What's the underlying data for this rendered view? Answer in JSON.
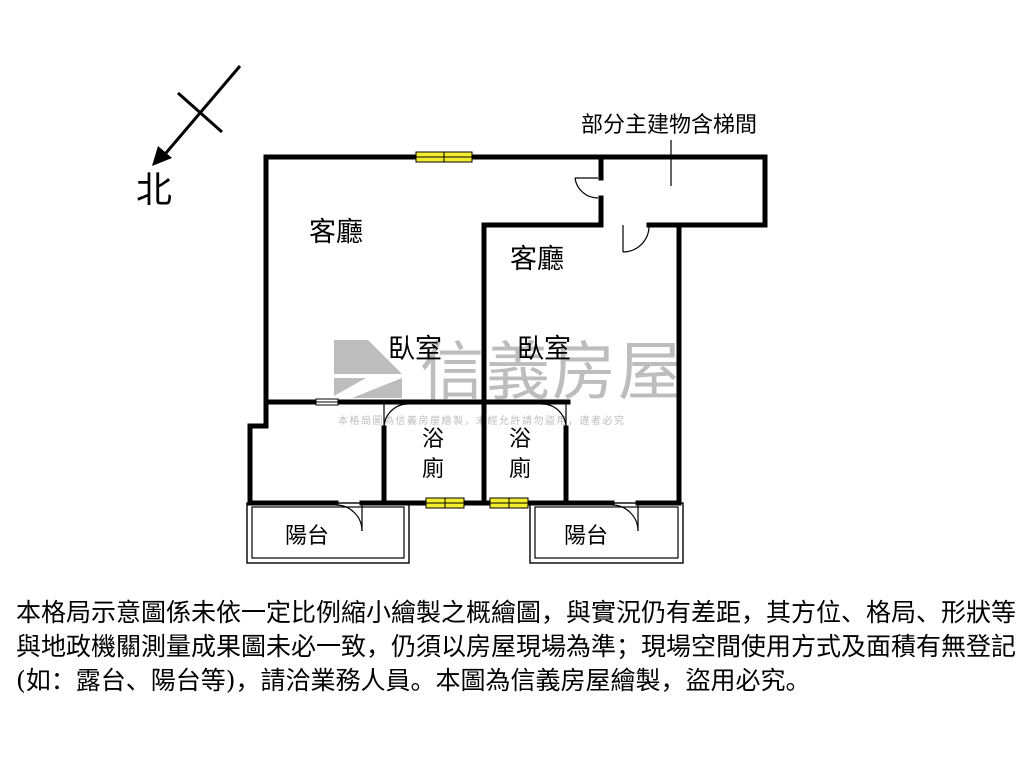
{
  "compass": {
    "label": "北"
  },
  "stair_label": "部分主建物含梯間",
  "rooms": {
    "living_left": "客廳",
    "living_right": "客廳",
    "bedroom_left": "臥室",
    "bedroom_right": "臥室",
    "bath_left_top": "浴",
    "bath_left_bottom": "廁",
    "bath_right_top": "浴",
    "bath_right_bottom": "廁",
    "balcony_left": "陽台",
    "balcony_right": "陽台"
  },
  "watermark": {
    "brand": "信義房屋",
    "notice": "本格局圖為信義房屋繪製，未經允許請勿盜用，違者必究"
  },
  "colors": {
    "wall": "#000000",
    "window_fill": "#f2ee2e",
    "watermark": "#bdbdbd"
  },
  "disclaimer": "本格局示意圖係未依一定比例縮小繪製之概繪圖，與實況仍有差距，其方位、格局、形狀等與地政機關測量成果圖未必一致，仍須以房屋現場為準；現場空間使用方式及面積有無登記(如：露台、陽台等)，請洽業務人員。本圖為信義房屋繪製，盜用必究。"
}
